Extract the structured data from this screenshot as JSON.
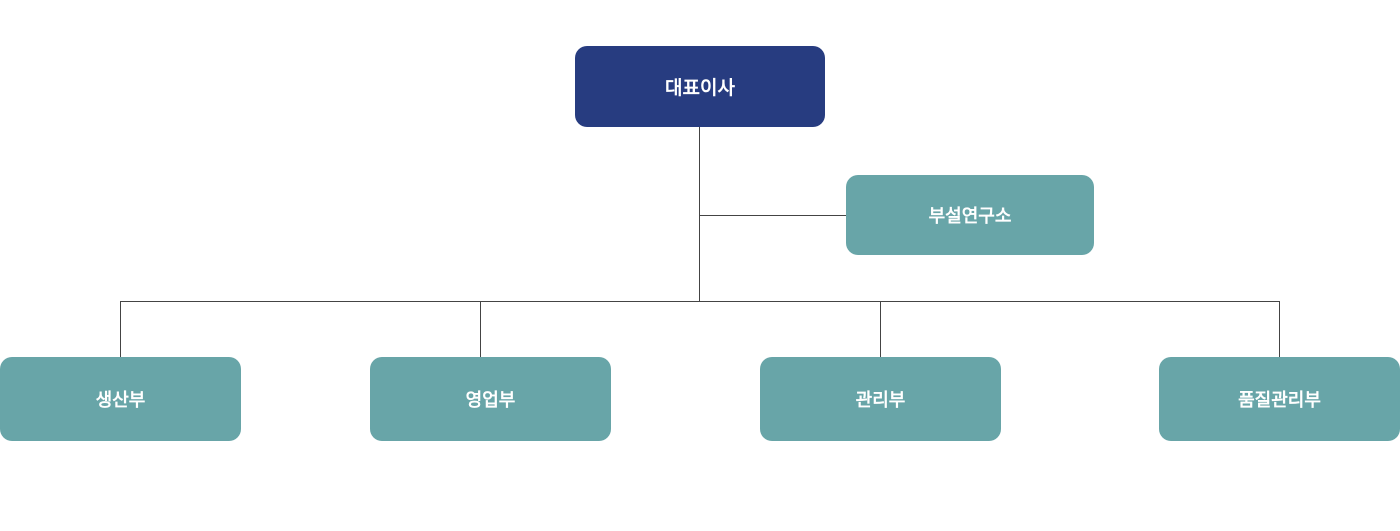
{
  "org": {
    "ceo": "대표이사",
    "lab": "부설연구소",
    "departments": [
      "생산부",
      "영업부",
      "관리부",
      "품질관리부"
    ]
  },
  "colors": {
    "ceo": "#273c80",
    "unit": "#68a5a8",
    "connector": "#444444"
  }
}
